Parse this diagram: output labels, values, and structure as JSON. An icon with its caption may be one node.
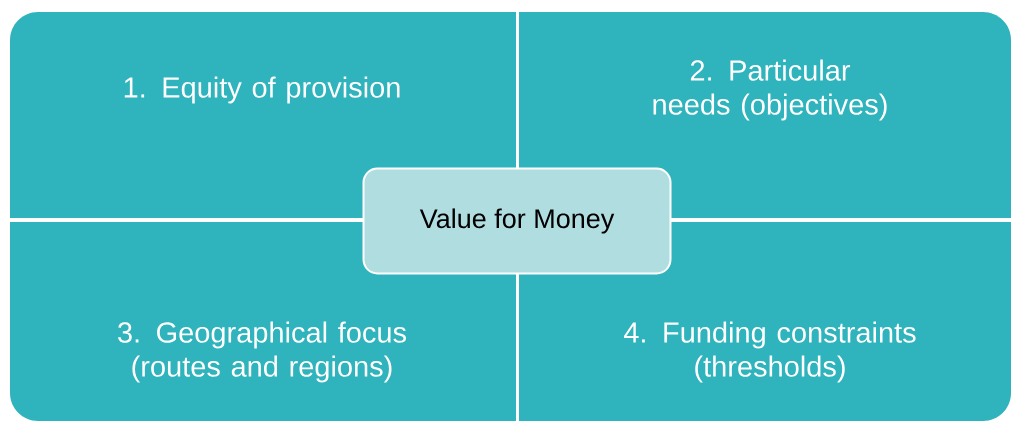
{
  "diagram": {
    "nodes": [
      {
        "text": [
          "1. Equity of provision"
        ]
      },
      {
        "text": [
          "2. Particular needs (objectives)"
        ]
      },
      {
        "text": [
          "3. Geographical focus (routes and regions)"
        ]
      },
      {
        "text": [
          "4. Funding constraints (thresholds)"
        ]
      },
      {
        "text": [
          "Value for Money"
        ]
      }
    ]
  }
}
